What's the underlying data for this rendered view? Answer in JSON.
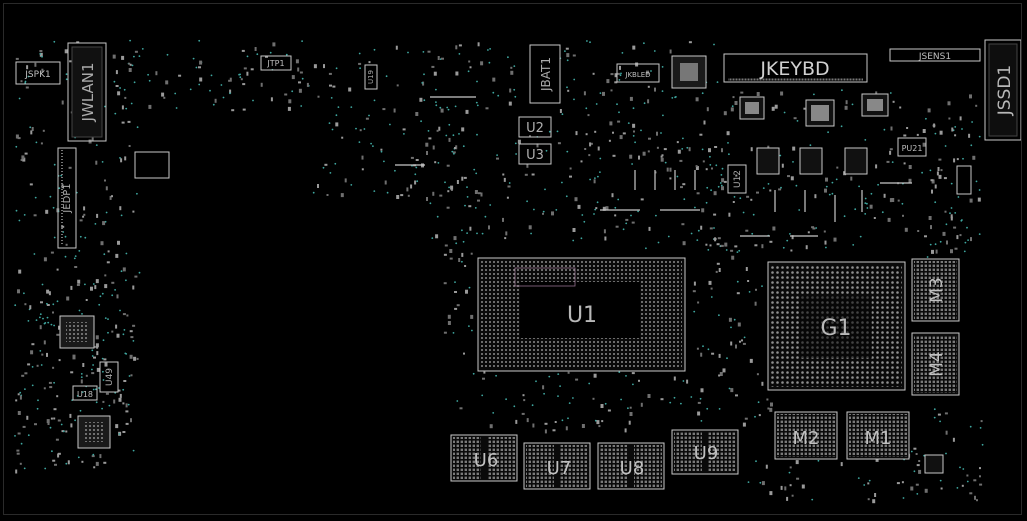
{
  "title": "",
  "colors": {
    "background": "#000000",
    "silkscreen": "#c8c8c8",
    "pad": "#9a9a9a",
    "via": "#3fa7a0",
    "label": "#bfbfbf",
    "highlight": "#d0a0c8"
  },
  "components": {
    "jspk1": "JSPK1",
    "jwlan1": "JWLAN1",
    "jedp1": "JEDP1",
    "jtp1": "JTP1",
    "u19": "U19",
    "jbat1": "JBAT1",
    "jkbled": "JKBLED",
    "jkeybd": "JKEYBD",
    "jsens1": "JSENS1",
    "jssd1": "JSSD1",
    "u2": "U2",
    "u3": "U3",
    "u12": "U12",
    "pu21": "PU21",
    "u1": "U1",
    "g1": "G1",
    "m3": "M3",
    "m4": "M4",
    "m2": "M2",
    "m1": "M1",
    "u6": "U6",
    "u7": "U7",
    "u8": "U8",
    "u9": "U9",
    "u49": "U49",
    "u18": "U18"
  }
}
